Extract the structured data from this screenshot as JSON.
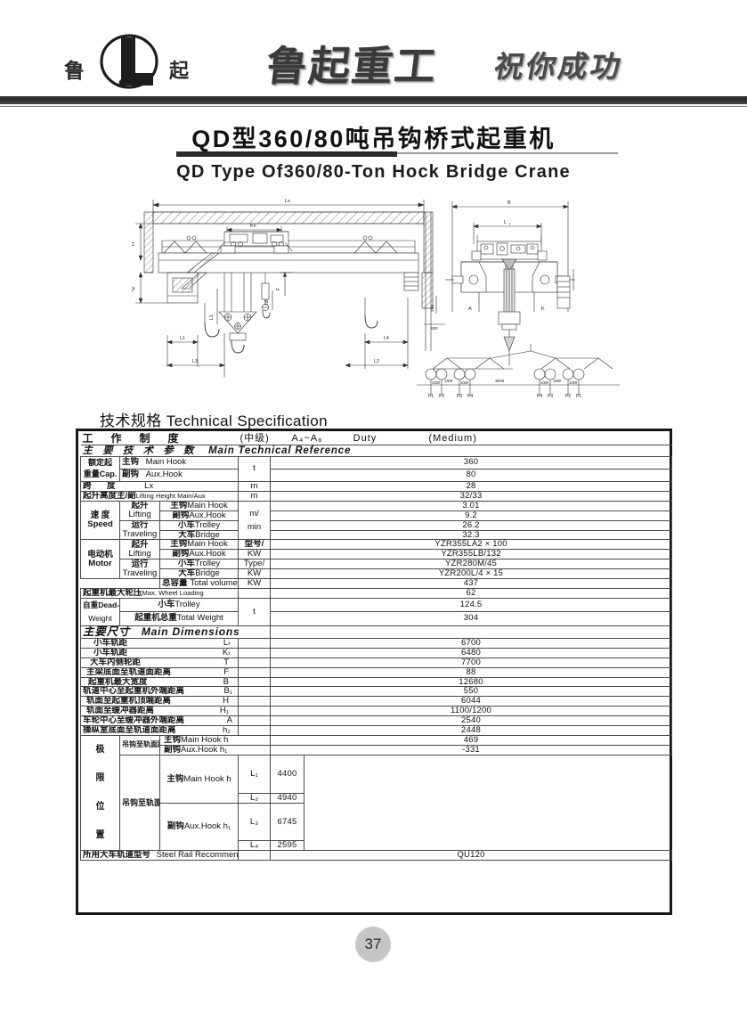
{
  "header": {
    "logo_left_char": "鲁",
    "logo_right_char": "起",
    "logo_mark_letter": "L",
    "brand_cn": "鲁起重工",
    "slogan_cn": "祝你成功"
  },
  "title": {
    "cn": "QD型360/80吨吊钩桥式起重机",
    "en": "QD Type Of360/80-Ton Hock Bridge Crane"
  },
  "drawing": {
    "labels": {
      "span": "Lx",
      "km": "Kn",
      "h_big": "H",
      "h2": "h₂",
      "l1": "L₁",
      "l3": "L₃",
      "l4": "L₄",
      "l2": "L₂",
      "h3": "h₃",
      "f": "F",
      "h1": "h₁",
      "b_width": "B",
      "lt": "Lₜ",
      "a": "A",
      "k": "K",
      "d250": "250",
      "d600": "600",
      "wheel_dims": [
        "1000",
        "1900",
        "1000",
        "3600",
        "1000",
        "1900",
        "1000"
      ],
      "wheel_loads": [
        "P₁",
        "P₂",
        "P₃",
        "P₄",
        "P₄",
        "P₃",
        "P₂",
        "P₁"
      ]
    }
  },
  "spec_heading": {
    "cn": "技术规格",
    "en": "Technical  Specification"
  },
  "duty_row": {
    "cn_label": "工　作　制　度",
    "cn_grade": "(中级)",
    "code": "A₄~A₆",
    "en_label": "Duty",
    "en_grade": "(Medium)"
  },
  "section_main_ref": {
    "cn": "主 要 技 术 参 数",
    "en": "Main  Technical  Reference"
  },
  "section_main_dim": {
    "cn": "主要尺寸",
    "en": "Main Dimensions"
  },
  "groups": {
    "cap": {
      "cn1": "额定起",
      "cn2": "重量Cap."
    },
    "speed": {
      "cn": "速 度",
      "en": "Speed"
    },
    "motor": {
      "cn": "电动机",
      "en": "Motor"
    },
    "weight": {
      "cn": "自重Dead-",
      "en": "Weight"
    },
    "limit": {
      "chars": [
        "极",
        "限",
        "位",
        "置"
      ]
    }
  },
  "rows": [
    {
      "id": "main-hook-cap",
      "label_cn": "主钩",
      "label_en": "Main Hook",
      "unit": "t",
      "value": "360"
    },
    {
      "id": "aux-hook-cap",
      "label_cn": "副钩",
      "label_en": "Aux.Hook",
      "unit": "",
      "value": "80"
    },
    {
      "id": "span",
      "label_cn": "跨　度",
      "label_en": "Lx",
      "unit": "m",
      "value": "28"
    },
    {
      "id": "lift-height",
      "label_cn": "起升高度主/副",
      "label_en": "Lifting Height Main/Aux",
      "unit": "m",
      "value": "32/33"
    },
    {
      "id": "speed-lift-main",
      "label_cn": "主钩",
      "label_en": "Main Hook",
      "unit": "m/",
      "value": "3.01"
    },
    {
      "id": "speed-lift-aux",
      "label_cn": "副钩",
      "label_en": "Aux.Hook",
      "unit": "",
      "value": "9.2"
    },
    {
      "id": "speed-trav-trolley",
      "label_cn": "小车",
      "label_en": "Trolley",
      "unit": "min",
      "value": "26.2"
    },
    {
      "id": "speed-trav-bridge",
      "label_cn": "大车",
      "label_en": "Bridge",
      "unit": "",
      "value": "32.3"
    },
    {
      "id": "motor-lift-main",
      "label_cn": "主钩",
      "label_en": "Main Hook",
      "unit": "型号/",
      "value": "YZR355LA2 × 100"
    },
    {
      "id": "motor-lift-aux",
      "label_cn": "副钩",
      "label_en": "Aux.Hook",
      "unit": "KW",
      "value": "YZR355LB/132"
    },
    {
      "id": "motor-trav-trolley",
      "label_cn": "小车",
      "label_en": "Trolley",
      "unit": "Type/",
      "value": "YZR280M/45"
    },
    {
      "id": "motor-trav-bridge",
      "label_cn": "大车",
      "label_en": "Bridge",
      "unit": "KW",
      "value": "YZR200L/4 × 15"
    },
    {
      "id": "total-volume",
      "label_cn": "总容量",
      "label_en": "Total volume",
      "unit": "KW",
      "value": "437"
    },
    {
      "id": "max-wheel-load",
      "label_cn": "起重机最大轮压",
      "label_en": "Max. Wheel Loading",
      "unit": "",
      "value": "62"
    },
    {
      "id": "weight-trolley",
      "label_cn": "小车",
      "label_en": "Trolley",
      "unit": "t",
      "value": "124.5"
    },
    {
      "id": "weight-total",
      "label_cn": "起重机总重",
      "label_en": "Total Weight",
      "unit": "",
      "value": "304"
    },
    {
      "id": "dim-lt",
      "label_cn": "小车轨距",
      "label_en": "Lₜ",
      "unit": "",
      "value": "6700"
    },
    {
      "id": "dim-kt",
      "label_cn": "小车轨距",
      "label_en": "Kₜ",
      "unit": "",
      "value": "6480"
    },
    {
      "id": "dim-t",
      "label_cn": "大车内侧轮距",
      "label_en": "T",
      "unit": "",
      "value": "7700"
    },
    {
      "id": "dim-f",
      "label_cn": "主梁底面至轨道面距离",
      "label_en": "F",
      "unit": "",
      "value": "88"
    },
    {
      "id": "dim-b",
      "label_cn": "起重机最大宽度",
      "label_en": "B",
      "unit": "",
      "value": "12680"
    },
    {
      "id": "dim-b1",
      "label_cn": "轨道中心至起重机外端距离",
      "label_en": "B₁",
      "unit": "",
      "value": "550"
    },
    {
      "id": "dim-h",
      "label_cn": "轨面至起重机顶端距离",
      "label_en": "H",
      "unit": "",
      "value": "6044"
    },
    {
      "id": "dim-h1",
      "label_cn": "轨面至缓冲器距离",
      "label_en": "H₁",
      "unit": "",
      "value": "1100/1200"
    },
    {
      "id": "dim-a",
      "label_cn": "车轮中心至缓冲器外端距离",
      "label_en": "A",
      "unit": "",
      "value": "2540"
    },
    {
      "id": "dim-h2",
      "label_cn": "操纵室底面至轨道面距离",
      "label_en": "h₂",
      "unit": "",
      "value": "2448"
    },
    {
      "id": "limit-hook-rail-main",
      "label_cn": "主钩",
      "label_en": "Main Hook  h",
      "unit": "",
      "value": "469"
    },
    {
      "id": "limit-hook-rail-aux",
      "label_cn": "副钩",
      "label_en": "Aux.Hook  h₁",
      "unit": "",
      "value": "-331"
    },
    {
      "id": "limit-l1",
      "label_cn": "主钩",
      "label_en": "Main Hook  h",
      "unit": "L₁",
      "value": "4400"
    },
    {
      "id": "limit-l2",
      "label_cn": "",
      "label_en": "",
      "unit": "L₂",
      "value": "4940"
    },
    {
      "id": "limit-l3",
      "label_cn": "副钩",
      "label_en": "Aux.Hook  h₁",
      "unit": "L₃",
      "value": "6745"
    },
    {
      "id": "limit-l4",
      "label_cn": "",
      "label_en": "",
      "unit": "L₄",
      "value": "2595"
    },
    {
      "id": "steel-rail",
      "label_cn": "所用大车轨道型号",
      "label_en": "Steel Rail Recommended",
      "unit": "",
      "value": "QU120"
    }
  ],
  "limit_group_labels": {
    "hook_to_rail": "吊钩至轨面距离",
    "hook_to_rail_center": "吊钩至轨面中心距离"
  },
  "footer": {
    "page": "37"
  }
}
